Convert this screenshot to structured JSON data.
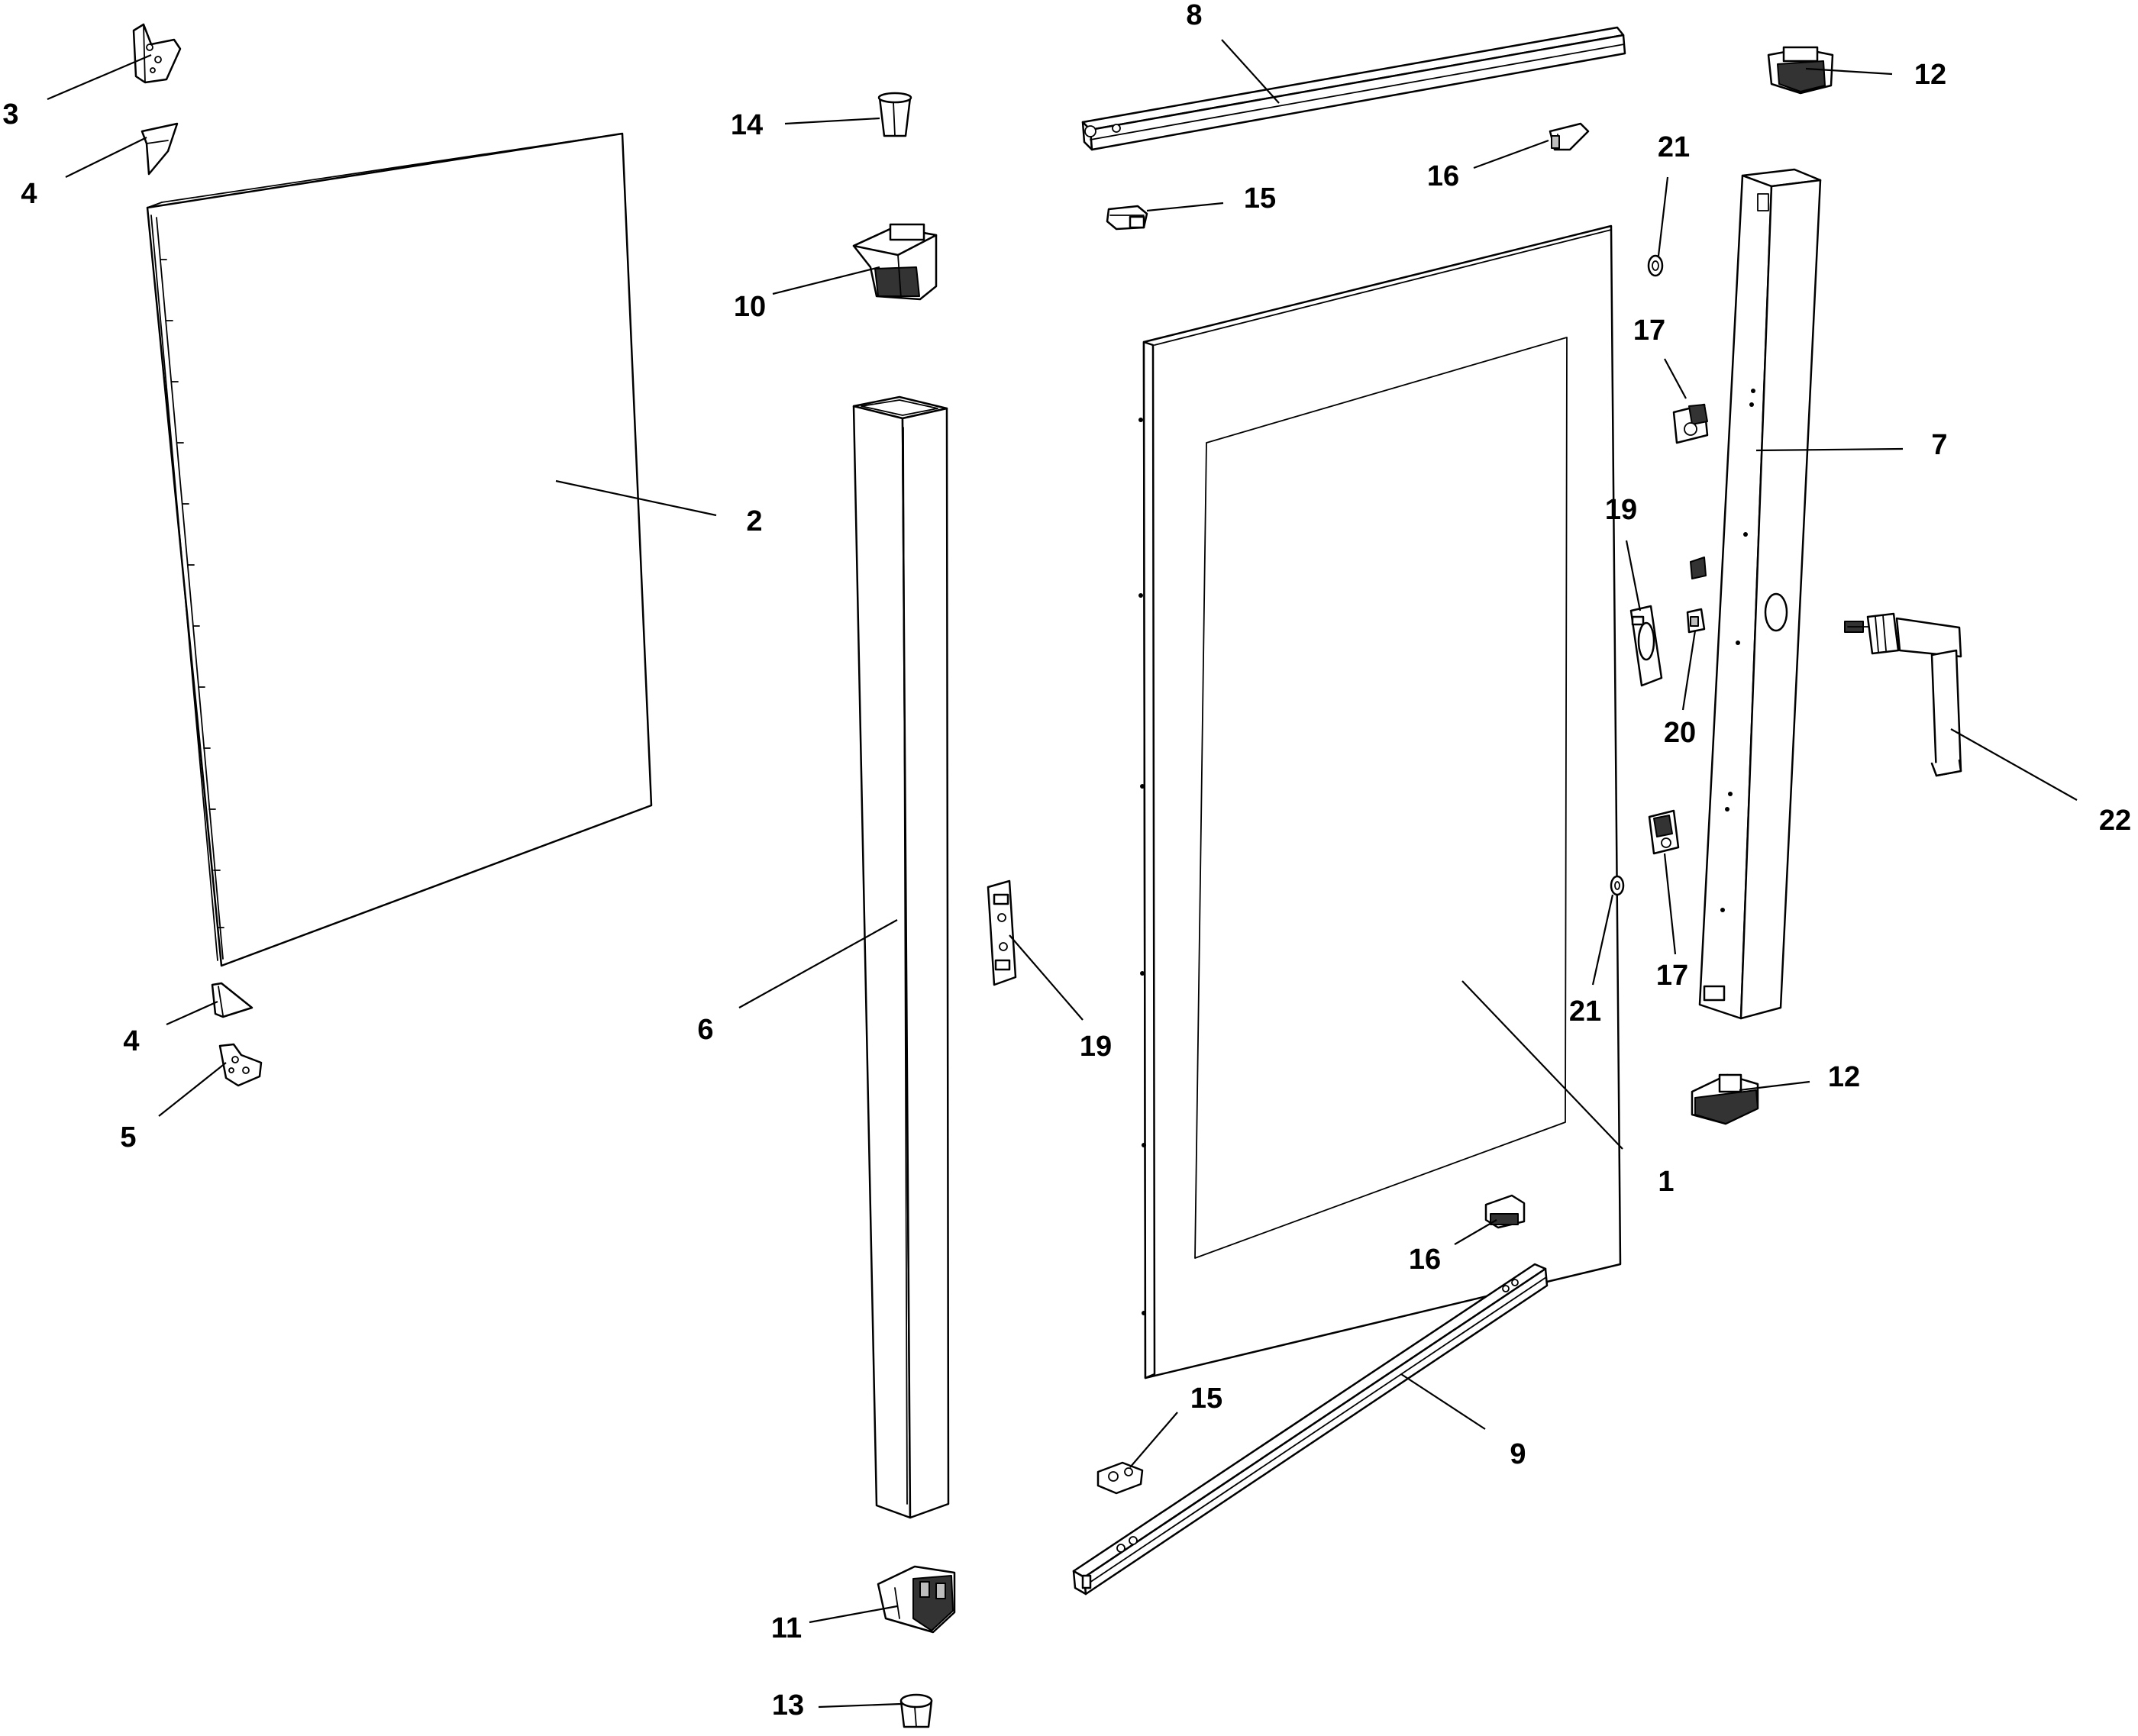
{
  "callouts": [
    {
      "label": "1"
    },
    {
      "label": "2"
    },
    {
      "label": "3"
    },
    {
      "label": "4"
    },
    {
      "label": "4"
    },
    {
      "label": "5"
    },
    {
      "label": "6"
    },
    {
      "label": "7"
    },
    {
      "label": "8"
    },
    {
      "label": "9"
    },
    {
      "label": "10"
    },
    {
      "label": "11"
    },
    {
      "label": "12"
    },
    {
      "label": "12"
    },
    {
      "label": "13"
    },
    {
      "label": "14"
    },
    {
      "label": "15"
    },
    {
      "label": "15"
    },
    {
      "label": "16"
    },
    {
      "label": "16"
    },
    {
      "label": "17"
    },
    {
      "label": "17"
    },
    {
      "label": "19"
    },
    {
      "label": "19"
    },
    {
      "label": "20"
    },
    {
      "label": "21"
    },
    {
      "label": "21"
    },
    {
      "label": "22"
    }
  ]
}
